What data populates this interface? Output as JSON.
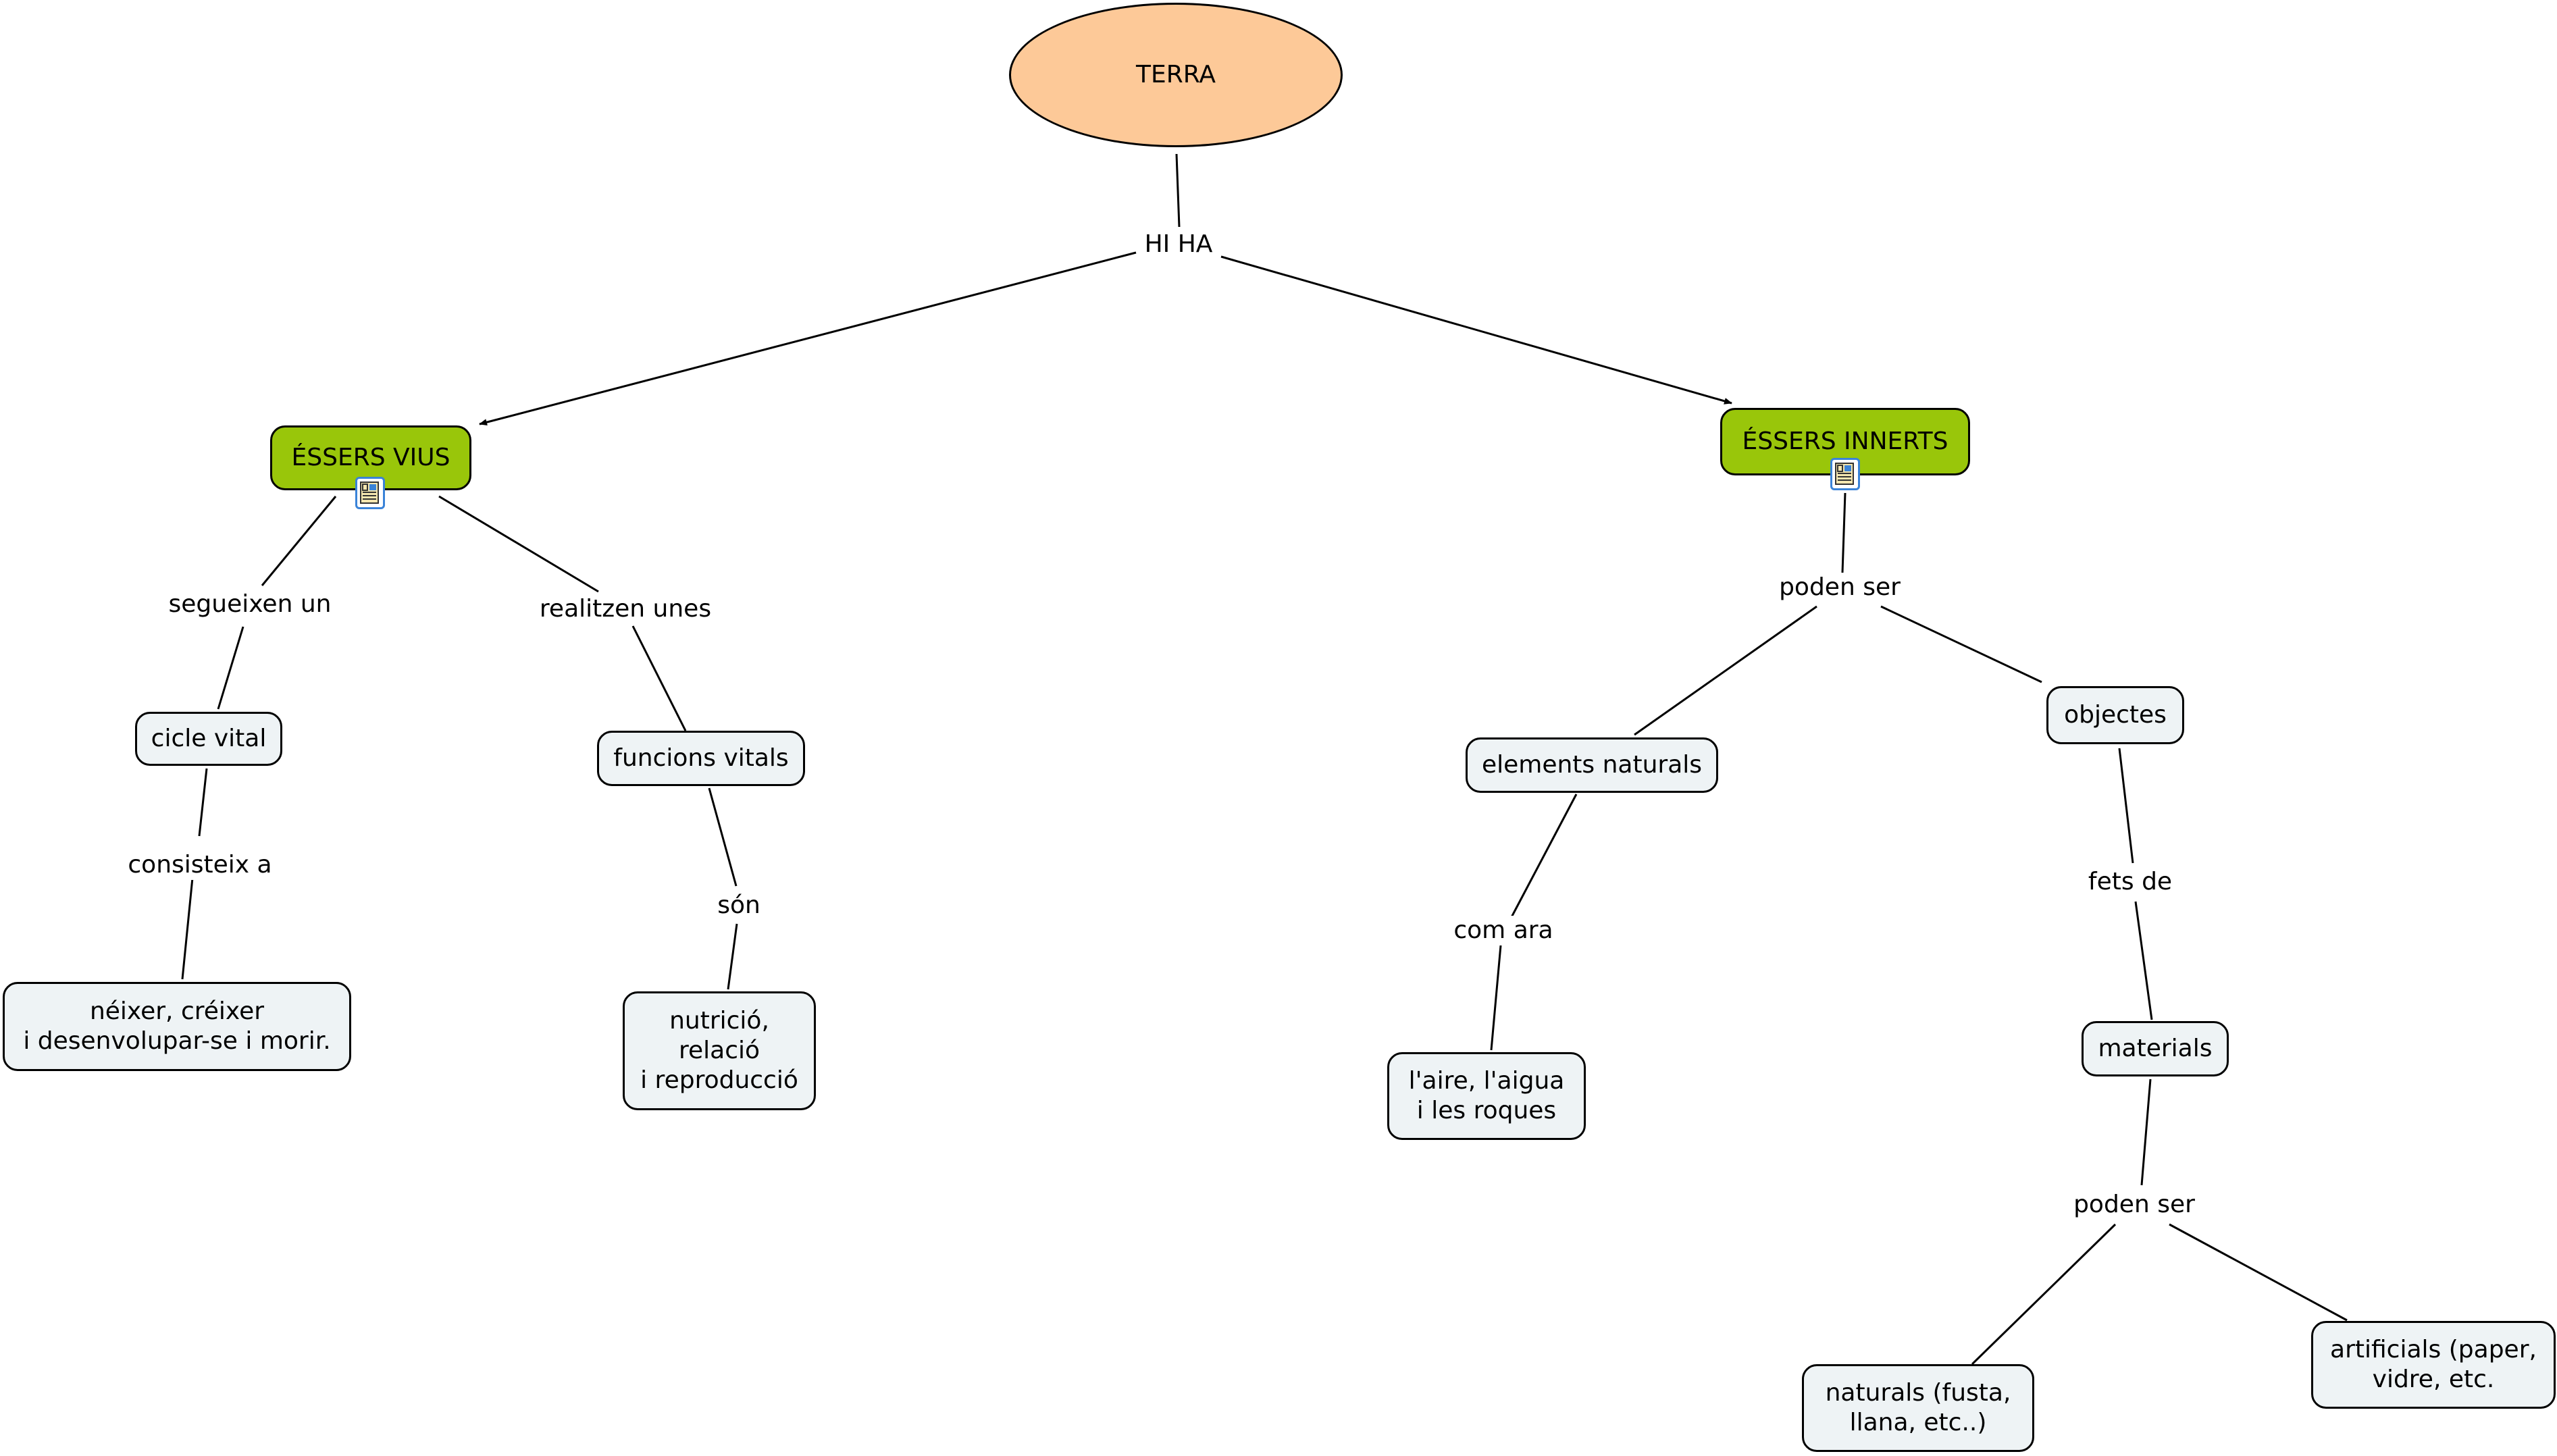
{
  "nodes": {
    "terra": "TERRA",
    "essers_vius": "ÉSSERS VIUS",
    "essers_innerts": "ÉSSERS INNERTS",
    "cicle_vital": "cicle vital",
    "funcions_vitals": "funcions vitals",
    "neixer": "néixer, créixer\ni desenvolupar-se i morir.",
    "nutricio": "nutrició,\nrelació\ni reproducció",
    "elements_naturals": "elements naturals",
    "objectes": "objectes",
    "aire_aigua": "l'aire, l'aigua\ni les roques",
    "materials": "materials",
    "naturals": "naturals (fusta,\nllana, etc..)",
    "artificials": "artificials (paper,\nvidre, etc."
  },
  "links": {
    "hi_ha": "HI HA",
    "segueixen_un": "segueixen un",
    "realitzen_unes": "realitzen unes",
    "consisteix_a": "consisteix a",
    "son": "són",
    "poden_ser_1": "poden ser",
    "com_ara": "com ara",
    "fets_de": "fets de",
    "poden_ser_2": "poden ser"
  },
  "icons": {
    "essers_vius": "document-icon",
    "essers_innerts": "document-icon"
  },
  "colors": {
    "root_fill": "#fdc998",
    "category_fill": "#99c60a",
    "concept_fill": "#eef3f5",
    "icon_border": "#3a83d8"
  }
}
